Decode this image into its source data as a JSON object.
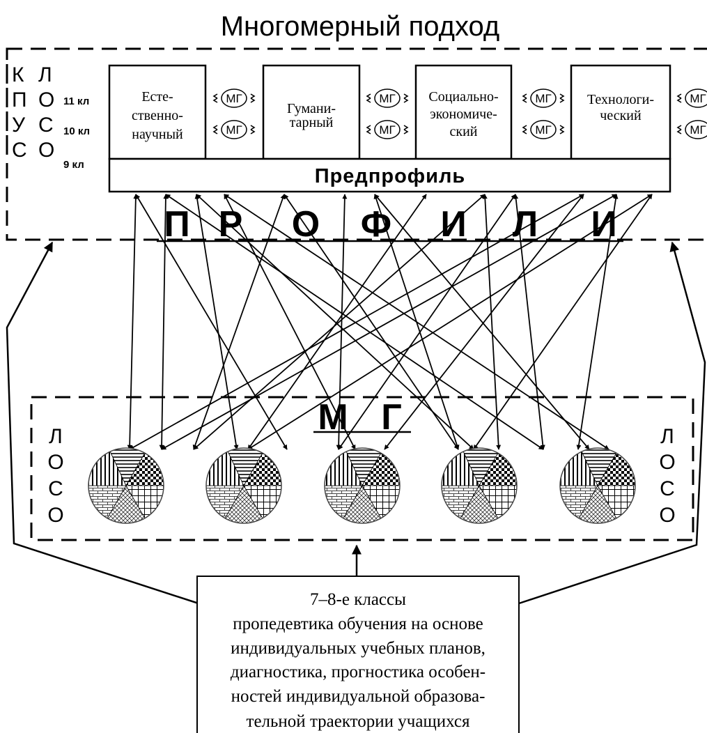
{
  "title": "Многомерный подход",
  "left_column_a": [
    "К",
    "П",
    "У",
    "С"
  ],
  "left_column_b": [
    "Л",
    "О",
    "С",
    "О"
  ],
  "grades": [
    "11 кл",
    "10 кл",
    "9 кл"
  ],
  "profiles": [
    [
      "Есте-",
      "ственно-",
      "научный"
    ],
    [
      "Гумани-",
      "тарный"
    ],
    [
      "Социально-",
      "экономиче-",
      "ский"
    ],
    [
      "Технологи-",
      "ческий"
    ]
  ],
  "mg_label": "МГ",
  "preprofile": "Предпрофиль",
  "profili_letters": [
    "П",
    "Р",
    "О",
    "Ф",
    "И",
    "Л",
    "И"
  ],
  "mg_big_letters": [
    "М",
    "Г"
  ],
  "loso_letters": [
    "Л",
    "О",
    "С",
    "О"
  ],
  "bottom_text": [
    "7–8-е классы",
    "пропедевтика обучения на основе",
    "индивидуальных учебных планов,",
    "диагностика, прогностика особен-",
    "ностей индивидуальной образова-",
    "тельной траектории учащихся"
  ]
}
